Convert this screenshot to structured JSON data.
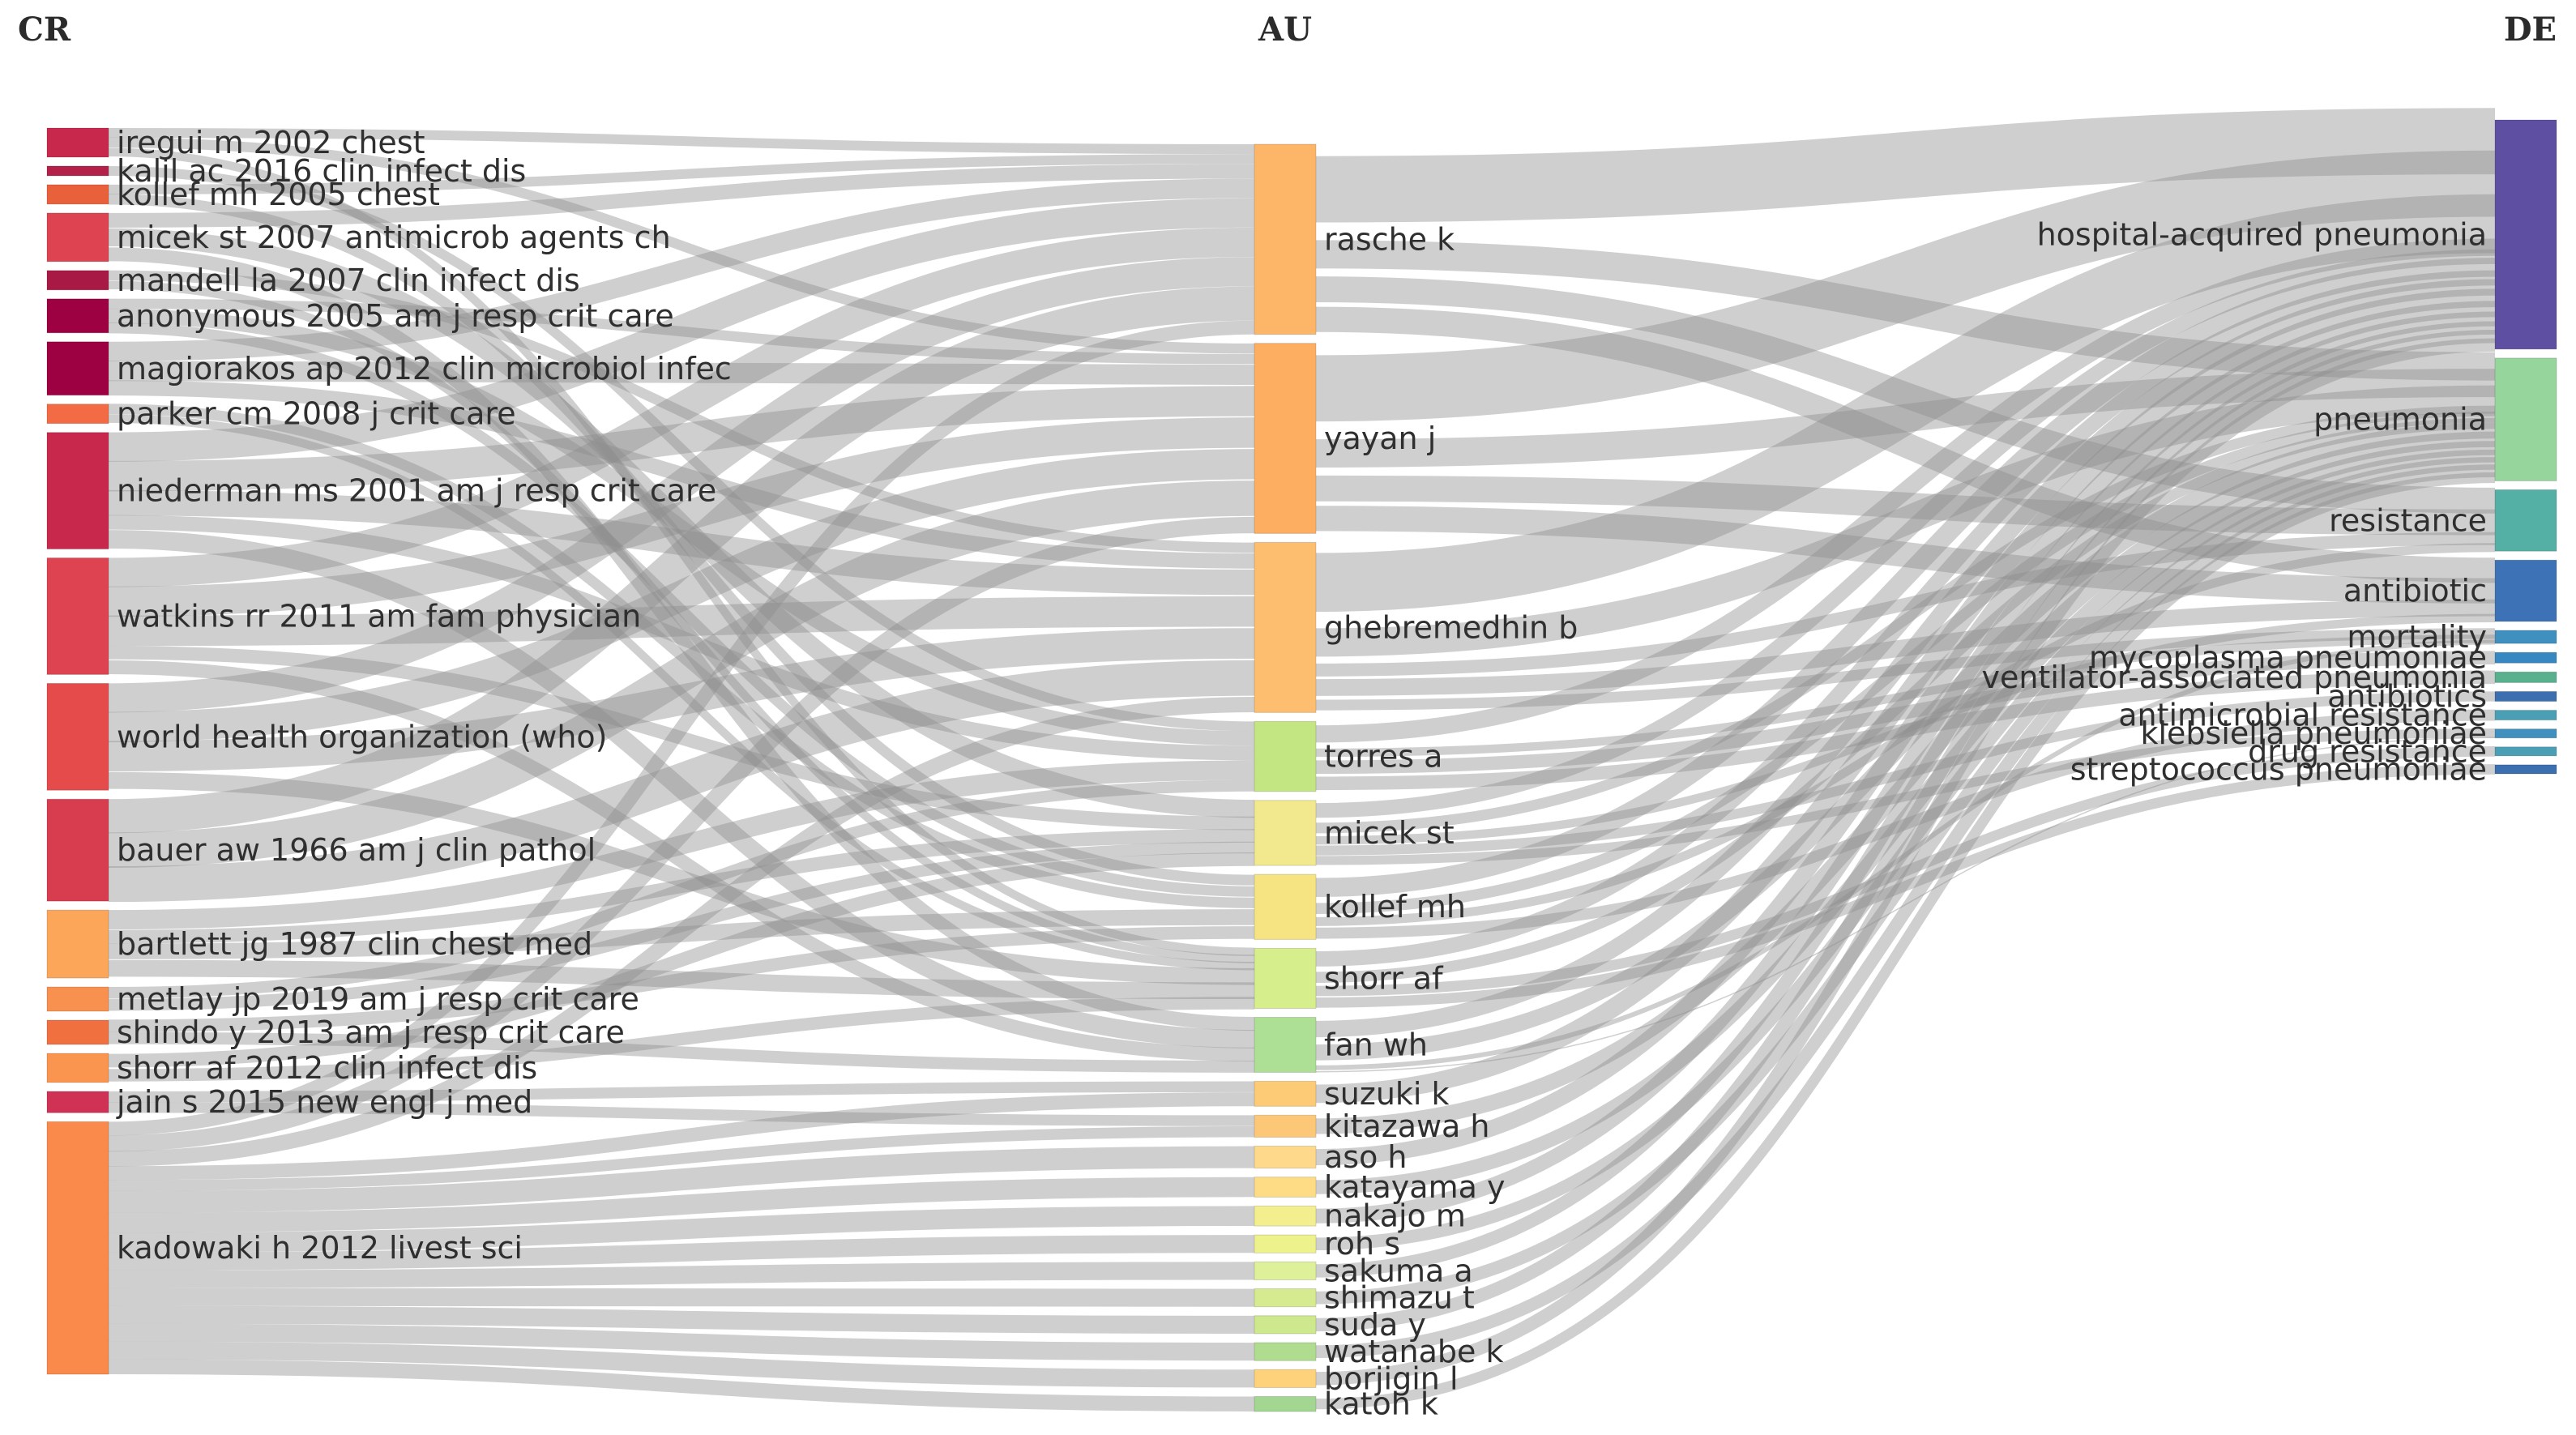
{
  "columns": {
    "cr": "CR",
    "au": "AU",
    "de": "DE"
  },
  "cr_nodes": [
    {
      "id": "cr0",
      "label": "iregui m 2002 chest",
      "color": "#c8284b",
      "weight": 3
    },
    {
      "id": "cr1",
      "label": "kalil ac 2016 clin infect dis",
      "color": "#b3204a",
      "weight": 1
    },
    {
      "id": "cr2",
      "label": "kollef mh 2005 chest",
      "color": "#e8613a",
      "weight": 2
    },
    {
      "id": "cr3",
      "label": "micek st 2007 antimicrob agents ch",
      "color": "#dd4350",
      "weight": 5
    },
    {
      "id": "cr4",
      "label": "mandell la 2007 clin infect dis",
      "color": "#a81a45",
      "weight": 2
    },
    {
      "id": "cr5",
      "label": "anonymous 2005 am j resp crit care",
      "color": "#9e0142",
      "weight": 3.5
    },
    {
      "id": "cr6",
      "label": "magiorakos ap 2012 clin microbiol infec",
      "color": "#9e0142",
      "weight": 5.5
    },
    {
      "id": "cr7",
      "label": "parker cm 2008 j crit care",
      "color": "#f26b44",
      "weight": 2
    },
    {
      "id": "cr8",
      "label": "niederman ms 2001 am j resp crit care",
      "color": "#c8284b",
      "weight": 12
    },
    {
      "id": "cr9",
      "label": "watkins rr 2011 am fam physician",
      "color": "#dd4350",
      "weight": 12
    },
    {
      "id": "cr10",
      "label": "world health organization (who)",
      "color": "#e54b4b",
      "weight": 11
    },
    {
      "id": "cr11",
      "label": "bauer aw 1966 am j clin pathol",
      "color": "#d73c4f",
      "weight": 10.5
    },
    {
      "id": "cr12",
      "label": "bartlett jg 1987 clin chest med",
      "color": "#fca65a",
      "weight": 7
    },
    {
      "id": "cr13",
      "label": "metlay jp 2019 am j resp crit care",
      "color": "#f8904f",
      "weight": 2.5
    },
    {
      "id": "cr14",
      "label": "shindo y 2013 am j resp crit care",
      "color": "#f0703f",
      "weight": 2.5
    },
    {
      "id": "cr15",
      "label": "shorr af 2012 clin infect dis",
      "color": "#fa9550",
      "weight": 3
    },
    {
      "id": "cr16",
      "label": "jain s 2015 new engl j med",
      "color": "#cf3254",
      "weight": 2.2
    },
    {
      "id": "cr17",
      "label": "kadowaki h 2012 livest sci",
      "color": "#f98a4b",
      "weight": 26
    }
  ],
  "au_nodes": [
    {
      "id": "au0",
      "label": "rasche k",
      "color": "#fdb668",
      "weight": 19
    },
    {
      "id": "au1",
      "label": "yayan j",
      "color": "#fdae61",
      "weight": 19
    },
    {
      "id": "au2",
      "label": "ghebremedhin b",
      "color": "#fdbf6f",
      "weight": 17
    },
    {
      "id": "au3",
      "label": "torres a",
      "color": "#c3e683",
      "weight": 7
    },
    {
      "id": "au4",
      "label": "micek st",
      "color": "#f2e98e",
      "weight": 6.5
    },
    {
      "id": "au5",
      "label": "kollef mh",
      "color": "#f6e483",
      "weight": 6.5
    },
    {
      "id": "au6",
      "label": "shorr af",
      "color": "#d6ee8b",
      "weight": 6
    },
    {
      "id": "au7",
      "label": "fan wh",
      "color": "#addf95",
      "weight": 5.5
    },
    {
      "id": "au8",
      "label": "suzuki k",
      "color": "#fdca75",
      "weight": 2.5
    },
    {
      "id": "au9",
      "label": "kitazawa h",
      "color": "#fdc778",
      "weight": 2.2
    },
    {
      "id": "au10",
      "label": "aso h",
      "color": "#fed88b",
      "weight": 2.2
    },
    {
      "id": "au11",
      "label": "katayama y",
      "color": "#fddc85",
      "weight": 2
    },
    {
      "id": "au12",
      "label": "nakajo m",
      "color": "#f3ef8e",
      "weight": 2
    },
    {
      "id": "au13",
      "label": "roh s",
      "color": "#eef28c",
      "weight": 1.8
    },
    {
      "id": "au14",
      "label": "sakuma a",
      "color": "#dff09a",
      "weight": 1.8
    },
    {
      "id": "au15",
      "label": "shimazu t",
      "color": "#d6eb90",
      "weight": 1.8
    },
    {
      "id": "au16",
      "label": "suda y",
      "color": "#cde88d",
      "weight": 1.8
    },
    {
      "id": "au17",
      "label": "watanabe k",
      "color": "#afdc8e",
      "weight": 1.8
    },
    {
      "id": "au18",
      "label": "borjigin l",
      "color": "#fdd27a",
      "weight": 1.8
    },
    {
      "id": "au19",
      "label": "katoh k",
      "color": "#a2d691",
      "weight": 1.5
    }
  ],
  "de_nodes": [
    {
      "id": "de0",
      "label": "hospital-acquired pneumonia",
      "color": "#5e4fa2",
      "weight": 28
    },
    {
      "id": "de1",
      "label": "pneumonia",
      "color": "#96d59c",
      "weight": 15
    },
    {
      "id": "de2",
      "label": "resistance",
      "color": "#54b0a4",
      "weight": 7.5
    },
    {
      "id": "de3",
      "label": "antibiotic",
      "color": "#3e72b6",
      "weight": 7.5
    },
    {
      "id": "de4",
      "label": "mortality",
      "color": "#3f8fbf",
      "weight": 1.6
    },
    {
      "id": "de5",
      "label": "mycoplasma pneumoniae",
      "color": "#3787c0",
      "weight": 1.3
    },
    {
      "id": "de6",
      "label": "ventilator-associated pneumonia",
      "color": "#58b08f",
      "weight": 1.3
    },
    {
      "id": "de7",
      "label": "antibiotics",
      "color": "#3b6faf",
      "weight": 1.2
    },
    {
      "id": "de8",
      "label": "antimicrobial resistance",
      "color": "#4a9fb4",
      "weight": 1.2
    },
    {
      "id": "de9",
      "label": "klebsiella pneumoniae",
      "color": "#3f8fbf",
      "weight": 1.1
    },
    {
      "id": "de10",
      "label": "drug resistance",
      "color": "#4a9fb4",
      "weight": 1.1
    },
    {
      "id": "de11",
      "label": "streptococcus pneumoniae",
      "color": "#3b6faf",
      "weight": 1.1
    }
  ],
  "links": [
    [
      "cr0",
      "au0",
      1
    ],
    [
      "cr0",
      "au1",
      1
    ],
    [
      "cr0",
      "au6",
      1
    ],
    [
      "cr1",
      "au3",
      1
    ],
    [
      "cr2",
      "au0",
      1
    ],
    [
      "cr2",
      "au5",
      1
    ],
    [
      "cr3",
      "au4",
      2
    ],
    [
      "cr3",
      "au0",
      1.5
    ],
    [
      "cr3",
      "au7",
      1.5
    ],
    [
      "cr4",
      "au6",
      1
    ],
    [
      "cr4",
      "au2",
      1
    ],
    [
      "cr5",
      "au3",
      1.5
    ],
    [
      "cr5",
      "au1",
      1
    ],
    [
      "cr5",
      "au5",
      1
    ],
    [
      "cr6",
      "au0",
      2
    ],
    [
      "cr6",
      "au1",
      2
    ],
    [
      "cr6",
      "au2",
      1.5
    ],
    [
      "cr7",
      "au5",
      1
    ],
    [
      "cr7",
      "au6",
      1
    ],
    [
      "cr8",
      "au0",
      3
    ],
    [
      "cr8",
      "au1",
      3
    ],
    [
      "cr8",
      "au2",
      2.5
    ],
    [
      "cr8",
      "au3",
      1.5
    ],
    [
      "cr8",
      "au7",
      2
    ],
    [
      "cr9",
      "au0",
      3
    ],
    [
      "cr9",
      "au1",
      3
    ],
    [
      "cr9",
      "au2",
      3
    ],
    [
      "cr9",
      "au7",
      1.5
    ],
    [
      "cr9",
      "au4",
      1.5
    ],
    [
      "cr10",
      "au0",
      3
    ],
    [
      "cr10",
      "au1",
      3
    ],
    [
      "cr10",
      "au2",
      3
    ],
    [
      "cr10",
      "au6",
      2
    ],
    [
      "cr11",
      "au0",
      3.5
    ],
    [
      "cr11",
      "au1",
      3.5
    ],
    [
      "cr11",
      "au2",
      3.5
    ],
    [
      "cr12",
      "au3",
      2
    ],
    [
      "cr12",
      "au4",
      1.5
    ],
    [
      "cr12",
      "au5",
      1.5
    ],
    [
      "cr12",
      "au6",
      2
    ],
    [
      "cr13",
      "au3",
      1.2
    ],
    [
      "cr13",
      "au4",
      1.3
    ],
    [
      "cr14",
      "au5",
      1.2
    ],
    [
      "cr14",
      "au7",
      1.3
    ],
    [
      "cr15",
      "au6",
      1.5
    ],
    [
      "cr15",
      "au4",
      1.5
    ],
    [
      "cr16",
      "au8",
      1.1
    ],
    [
      "cr16",
      "au9",
      1.1
    ],
    [
      "cr17",
      "au8",
      1.4
    ],
    [
      "cr17",
      "au9",
      1.1
    ],
    [
      "cr17",
      "au10",
      2.2
    ],
    [
      "cr17",
      "au11",
      2
    ],
    [
      "cr17",
      "au12",
      2
    ],
    [
      "cr17",
      "au13",
      1.8
    ],
    [
      "cr17",
      "au14",
      1.8
    ],
    [
      "cr17",
      "au15",
      1.8
    ],
    [
      "cr17",
      "au16",
      1.8
    ],
    [
      "cr17",
      "au17",
      1.8
    ],
    [
      "cr17",
      "au18",
      1.8
    ],
    [
      "cr17",
      "au19",
      1.5
    ],
    [
      "cr17",
      "au2",
      1.5
    ],
    [
      "cr17",
      "au1",
      1.6
    ],
    [
      "cr17",
      "au0",
      1.4
    ],
    [
      "au0",
      "de0",
      9
    ],
    [
      "au0",
      "de1",
      4
    ],
    [
      "au0",
      "de2",
      3
    ],
    [
      "au0",
      "de3",
      3
    ],
    [
      "au1",
      "de0",
      9
    ],
    [
      "au1",
      "de1",
      4
    ],
    [
      "au1",
      "de2",
      3
    ],
    [
      "au1",
      "de3",
      3
    ],
    [
      "au2",
      "de0",
      8
    ],
    [
      "au2",
      "de1",
      4
    ],
    [
      "au2",
      "de3",
      2
    ],
    [
      "au2",
      "de2",
      1.5
    ],
    [
      "au2",
      "de4",
      1.5
    ],
    [
      "au3",
      "de0",
      2
    ],
    [
      "au3",
      "de6",
      1.3
    ],
    [
      "au3",
      "de5",
      1.3
    ],
    [
      "au3",
      "de4",
      1
    ],
    [
      "au4",
      "de0",
      2
    ],
    [
      "au4",
      "de1",
      1.5
    ],
    [
      "au4",
      "de3",
      1
    ],
    [
      "au4",
      "de9",
      1
    ],
    [
      "au4",
      "de7",
      1
    ],
    [
      "au5",
      "de0",
      2.5
    ],
    [
      "au5",
      "de1",
      1.5
    ],
    [
      "au5",
      "de2",
      1
    ],
    [
      "au5",
      "de8",
      1.2
    ],
    [
      "au6",
      "de0",
      2
    ],
    [
      "au6",
      "de1",
      1.5
    ],
    [
      "au6",
      "de10",
      1.1
    ],
    [
      "au6",
      "de11",
      1.1
    ],
    [
      "au7",
      "de0",
      2
    ],
    [
      "au7",
      "de1",
      2
    ],
    [
      "au7",
      "de4",
      0.6
    ],
    [
      "au7",
      "de9",
      0.1
    ],
    [
      "au8",
      "de0",
      2.5
    ],
    [
      "au9",
      "de1",
      2.2
    ],
    [
      "au10",
      "de0",
      2.2
    ],
    [
      "au11",
      "de1",
      2
    ],
    [
      "au12",
      "de0",
      2
    ],
    [
      "au13",
      "de1",
      1.8
    ],
    [
      "au14",
      "de0",
      1.8
    ],
    [
      "au15",
      "de1",
      1.8
    ],
    [
      "au16",
      "de0",
      1.8
    ],
    [
      "au17",
      "de1",
      1.8
    ],
    [
      "au18",
      "de0",
      1.8
    ],
    [
      "au19",
      "de1",
      1.5
    ]
  ]
}
